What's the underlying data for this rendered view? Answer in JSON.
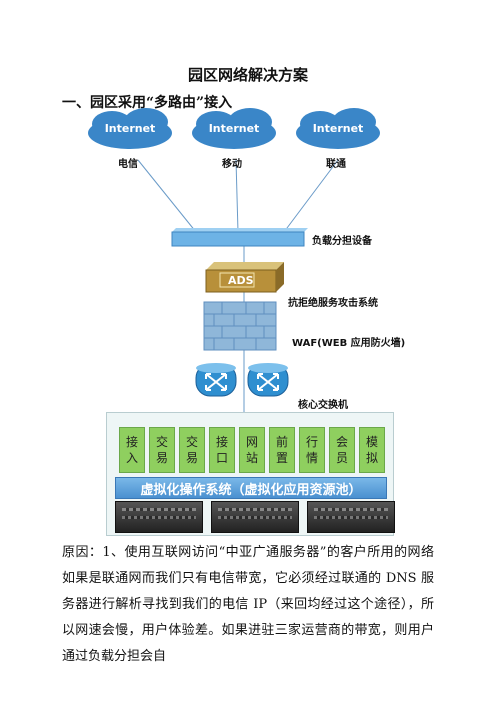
{
  "document": {
    "title": "园区网络解决方案",
    "section_heading": "一、园区采用“多路由”接入"
  },
  "diagram": {
    "clouds": [
      {
        "text": "Internet",
        "caption": "电信"
      },
      {
        "text": "Internet",
        "caption": "移动"
      },
      {
        "text": "Internet",
        "caption": "联通"
      }
    ],
    "load_balancer_label": "负载分担设备",
    "ads_label": "ADS",
    "anti_ddos_label": "抗拒绝服务攻击系统",
    "waf_label": "WAF(WEB 应用防火墙)",
    "core_switch_label": "核心交换机",
    "apps": [
      {
        "line1": "接",
        "line2": "入"
      },
      {
        "line1": "交",
        "line2": "易"
      },
      {
        "line1": "交",
        "line2": "易"
      },
      {
        "line1": "接",
        "line2": "口"
      },
      {
        "line1": "网",
        "line2": "站"
      },
      {
        "line1": "前",
        "line2": "置"
      },
      {
        "line1": "行",
        "line2": "情"
      },
      {
        "line1": "会",
        "line2": "员"
      },
      {
        "line1": "模",
        "line2": "拟"
      }
    ],
    "virtualization_label": "虚拟化操作系统（虚拟化应用资源池）"
  },
  "body": {
    "paragraph": "原因：1、使用互联网访问“中亚广通服务器”的客户所用的网络如果是联通网而我们只有电信带宽，它必须经过联通的 DNS 服务器进行解析寻找到我们的电信 IP（来回均经过这个途径），所以网速会慢，用户体验差。如果进驻三家运营商的带宽，则用户通过负载分担会自"
  },
  "colors": {
    "cloud": "#3a86c8",
    "load_balancer": "#6db3e6",
    "firewall": "#8fb7d9",
    "switch": "#2f8fd0",
    "app_box": "#8fcf5f",
    "virt_bar": "#4a90d0",
    "ads_gold": "#b8903a"
  }
}
